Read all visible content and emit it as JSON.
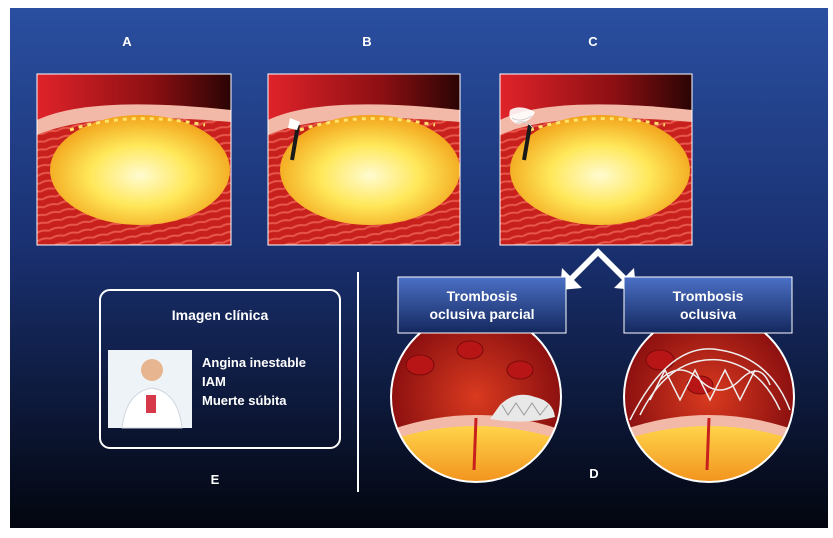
{
  "panels": [
    {
      "letter": "A"
    },
    {
      "letter": "B"
    },
    {
      "letter": "C"
    }
  ],
  "outcomes": [
    {
      "title_line1": "Trombosis",
      "title_line2": "oclusiva parcial"
    },
    {
      "title_line1": "Trombosis",
      "title_line2": "oclusiva"
    }
  ],
  "outcome_letter": "D",
  "clinical": {
    "title": "Imagen clínica",
    "items": [
      "Angina inestable",
      "IAM",
      "Muerte súbita"
    ],
    "letter": "E"
  },
  "colors": {
    "background_top": "#1e3d8c",
    "background_bottom": "#050b1c",
    "plaque_core": "#ffe36a",
    "vessel_wall": "#c8201c",
    "thrombus": "#e8e8e8"
  }
}
